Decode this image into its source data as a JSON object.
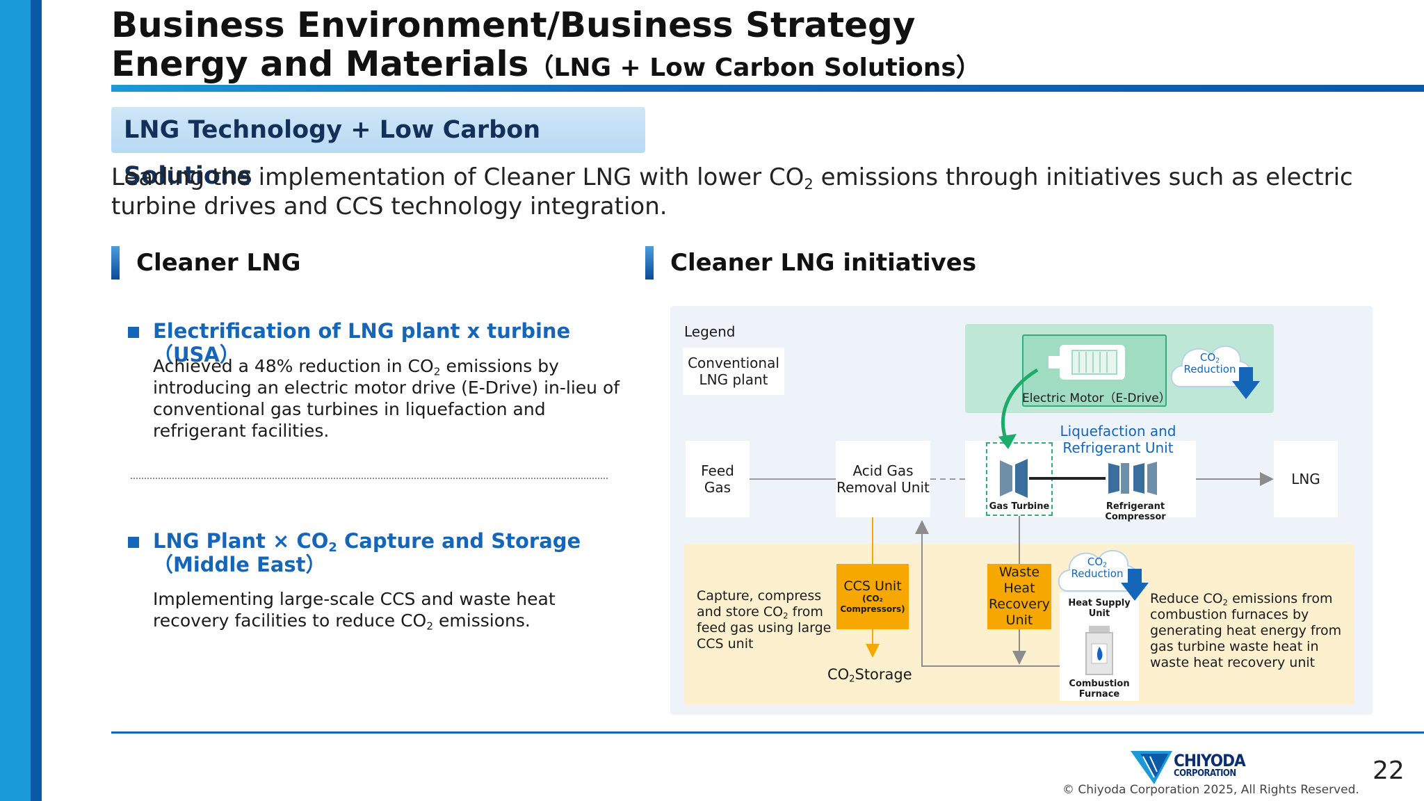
{
  "header": {
    "title_line1": "Business Environment/Business Strategy",
    "title_line2_main": "Energy and Materials",
    "title_line2_small": "（LNG + Low Carbon Solutions）"
  },
  "section_pill": "LNG Technology + Low Carbon Solutions",
  "lead": {
    "part1": "Leading the implementation of Cleaner LNG with lower CO",
    "sub": "2",
    "part2": " emissions through initiatives such as electric turbine drives and CCS technology integration."
  },
  "left": {
    "heading": "Cleaner LNG",
    "bullet1": {
      "title": "Electrification of LNG plant x turbine （USA）",
      "body_a": "Achieved a 48% reduction in CO",
      "body_sub": "2",
      "body_b": " emissions by introducing an electric motor drive (E-Drive) in-lieu of conventional gas turbines in liquefaction and refrigerant facilities."
    },
    "bullet2": {
      "title_a": "LNG Plant × CO",
      "title_sub": "2",
      "title_b": " Capture and Storage",
      "title_line2": "（Middle East）",
      "body_a": "Implementing large-scale CCS and waste heat recovery facilities to reduce CO",
      "body_sub": "2",
      "body_b": " emissions."
    }
  },
  "right": {
    "heading": "Cleaner LNG initiatives"
  },
  "diagram": {
    "legend": "Legend",
    "legend_box": "Conventional LNG plant",
    "feed_gas": "Feed Gas",
    "acid_gas": "Acid Gas Removal Unit",
    "liquefaction": "Liquefaction and Refrigerant Unit",
    "gas_turbine": "Gas Turbine",
    "refrigerant_compressor": "Refrigerant Compressor",
    "lng": "LNG",
    "electric_motor": "Electric Motor（E-Drive）",
    "co2_reduction_co": "CO",
    "co2_reduction_sub": "2",
    "co2_reduction_word": "Reduction",
    "ccs_unit": "CCS Unit",
    "ccs_sub": "(CO₂ Compressors)",
    "co2_storage_a": "CO",
    "co2_storage_sub": "2",
    "co2_storage_b": "Storage",
    "capture_text_1": "Capture, compress",
    "capture_text_2a": "and store CO",
    "capture_text_2sub": "2",
    "capture_text_2b": " from",
    "capture_text_3": "feed gas using large",
    "capture_text_4": "CCS unit",
    "waste_heat": "Waste Heat Recovery Unit",
    "heat_supply": "Heat Supply Unit",
    "combustion": "Combustion Furnace",
    "reduce_text_1a": "Reduce CO",
    "reduce_text_1sub": "2",
    "reduce_text_1b": " emissions from",
    "reduce_text_2": "combustion furnaces by",
    "reduce_text_3": "generating heat energy from",
    "reduce_text_4": "gas turbine waste heat in",
    "reduce_text_5": "waste heat recovery unit"
  },
  "footer": {
    "logo_line1": "CHIYODA",
    "logo_line2": "CORPORATION",
    "copyright": "© Chiyoda Corporation 2025, All Rights Reserved.",
    "page_number": "22"
  },
  "colors": {
    "accent_blue": "#1565b8",
    "light_blue": "#1a9ad6",
    "green": "#2fae7a",
    "orange": "#f7a800",
    "diagram_bg": "#eef3f9"
  }
}
